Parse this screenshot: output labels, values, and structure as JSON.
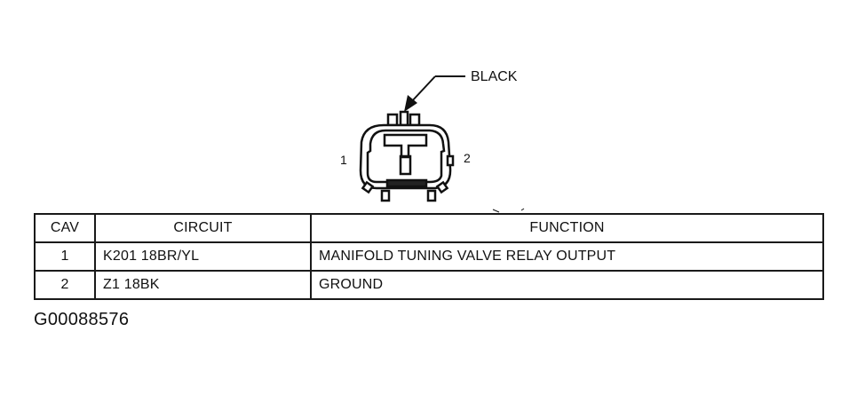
{
  "diagram": {
    "callout_label": "BLACK",
    "cavity_labels": [
      "1",
      "2"
    ]
  },
  "table": {
    "headers": {
      "cav": "CAV",
      "circuit": "CIRCUIT",
      "function": "FUNCTION"
    },
    "rows": [
      {
        "cav": "1",
        "circuit": "K201 18BR/YL",
        "function": "MANIFOLD TUNING VALVE RELAY OUTPUT"
      },
      {
        "cav": "2",
        "circuit": "Z1 18BK",
        "function": "GROUND"
      }
    ]
  },
  "figure_id": "G00088576"
}
